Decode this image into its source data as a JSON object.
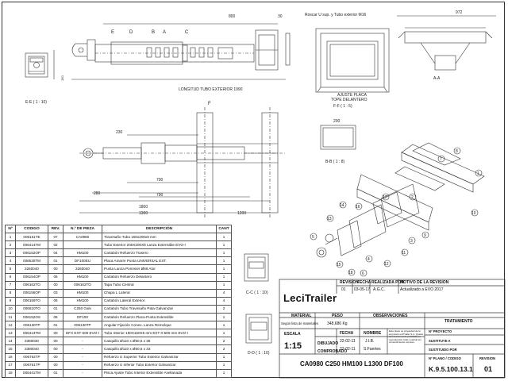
{
  "drawing": {
    "labels": {
      "ee": "E-E  ( 1 : 10)",
      "ff": "F-F  ( 1 : 5)",
      "aa": "A-A",
      "bb": "B-B  ( 1 : 8)",
      "cc": "C-C  ( 1 : 10)",
      "dd": "D-D  ( 1 : 10)",
      "longtube": "LONGITUD TUBO EXTERIOR 1990",
      "roscar": "Roscar U sup. y Tubo exterior M16",
      "ajuste": "AJUSTE PLACA",
      "tope": "TOPE DELANTERO"
    },
    "dims": {
      "d800": "800",
      "d30": "30",
      "d972": "972",
      "d200": "200",
      "d230": "230",
      "d700": "700",
      "d280": "280",
      "d790": "790",
      "d1200": "1200",
      "d1800": "1800",
      "d1300": "1300",
      "d150": "150"
    },
    "letters": {
      "a": "A",
      "b": "B",
      "c": "C",
      "d": "D",
      "e": "E",
      "f": "F"
    },
    "balloons": [
      "1",
      "2",
      "3",
      "4",
      "5",
      "6",
      "7",
      "8",
      "9",
      "10",
      "11",
      "12",
      "13",
      "14",
      "15",
      "16",
      "17",
      "18"
    ]
  },
  "bom": {
    "headers": [
      "Nº",
      "CODIGO",
      "REV.",
      "N.º DE PIEZA",
      "DESCRIPCIÓN",
      "CANT"
    ],
    "rows": [
      [
        "1",
        "006161TE",
        "07",
        "CA0980",
        "Travesaño Tubo 150x200x8 mm",
        "1"
      ],
      [
        "2",
        "006414TM",
        "02",
        "",
        "Tubo Exterior 200X200X8 Lanza Extensible EVO-I",
        "1"
      ],
      [
        "3",
        "006152OP",
        "04",
        "HM100",
        "Cartabón Refuerzo Trasero",
        "1"
      ],
      [
        "4",
        "006530TM",
        "01",
        "DF100EU",
        "Placa Amarre Punta UNIVERSAL EXT.",
        "1"
      ],
      [
        "5",
        "3260040",
        "00",
        "3260040",
        "Punta Lanza Pommier Ø68 Ator",
        "1"
      ],
      [
        "6",
        "006154OP",
        "06",
        "HM100",
        "Cartabón Refuerzo Delantero",
        "1"
      ],
      [
        "7",
        "006162TO",
        "00",
        "006162TO",
        "Tapa Tubo Central",
        "1"
      ],
      [
        "8",
        "006156OP",
        "03",
        "HM100",
        "Chapa L Lateral",
        "4"
      ],
      [
        "9",
        "006155TO",
        "06",
        "HM100",
        "Cartabón Lateral Exterior",
        "4"
      ],
      [
        "10",
        "006610TO",
        "01",
        "C250 Galv",
        "Cartabón Tubo Travesaño Pata Galvanizar",
        "2"
      ],
      [
        "11",
        "006152OS",
        "05",
        "DF100",
        "Cartabón Refuerzo Placa-Punta Extensible",
        "1"
      ],
      [
        "12",
        "006130TP",
        "01",
        "006130TP",
        "Angular Fijación Conex. Lanza Remolque",
        "1"
      ],
      [
        "13",
        "006413TM",
        "00",
        "DFX EXT 500 EVO-I",
        "Tubo Interior 160X160X6 mm EXT 0-500 mm EVO-I",
        "1"
      ],
      [
        "14",
        "3380030",
        "00",
        "-",
        "Casquillo Ø110 x Ø50,5 x 38",
        "2"
      ],
      [
        "15",
        "3380040",
        "00",
        "-",
        "Casquillo Ø110 x Ø50,5 x 33",
        "2"
      ],
      [
        "16",
        "006762TP",
        "00",
        "-",
        "Refuerzo U Superior Tubo Exterior Galvanizar",
        "1"
      ],
      [
        "17",
        "006761TP",
        "00",
        "-",
        "Refuerzo U Inferior Tubo Exterior Galvanizar",
        "1"
      ],
      [
        "18",
        "006441TM",
        "01",
        "-",
        "Pisca Ajuste Tubo Interior Extensible Avellanada",
        "1"
      ]
    ]
  },
  "titleblock": {
    "rev_headers": {
      "revision": "REVISION",
      "fecha": "FECHA",
      "realizada": "REALIZADA POR",
      "motivo": "MOTIVO DE LA REVISION"
    },
    "rev_row": {
      "revision": "01",
      "fecha": "03-05-17",
      "realizada": "A.G.C.",
      "motivo": "Actualizado a EVO 2017"
    },
    "logo": "LeciTrailer",
    "material_label": "MATERIAL",
    "peso_label": "PESO",
    "obs_label": "OBSERVACIONES",
    "trat_label": "TRATAMIENTO",
    "material_note": "Según lista de materiales",
    "peso_value": "348,686 Kg",
    "escala_label": "ESCALA",
    "escala_value": "1:15",
    "fecha_label": "FECHA",
    "nombre_label": "NOMBRE",
    "dibujado": "DIBUJADO",
    "comprobado": "COMPROBADO",
    "dib_fecha": "22-02-11",
    "dib_nombre": "J.I.B.",
    "comp_fecha": "22-02-11",
    "comp_nombre": "S.Fuertes",
    "legal": "Este plano es propiedad de la empresa LeciTrailer S.A. Queda terminantemente prohibida su reproducción total o parcial sin consentimiento expreso.",
    "proyecto_label": "Nº PROYECTO",
    "sustituye_label": "SUSTITUYE A",
    "sustituido_label": "SUSTITUIDO POR",
    "plano_label": "Nº PLANO / CODIGO",
    "revision_label": "REVISION",
    "title": "CA0980 C250 HM100 L1300 DF100",
    "plano_code": "K.9.5.100.13.1",
    "revision_value": "01"
  }
}
